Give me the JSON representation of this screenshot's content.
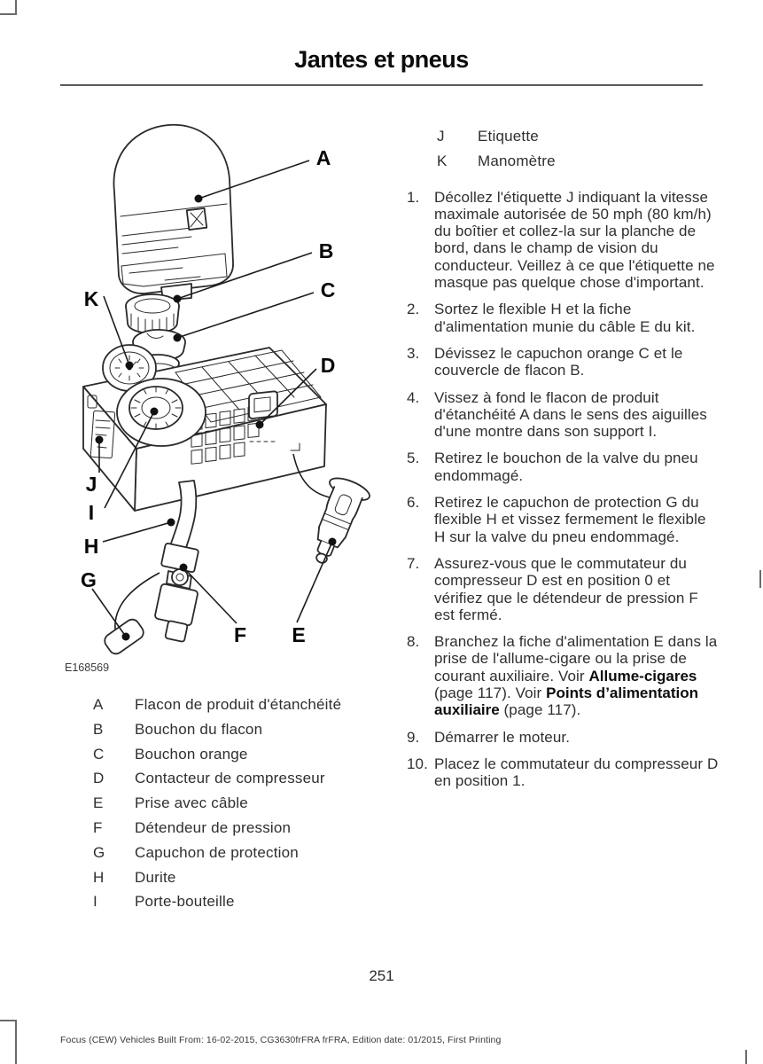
{
  "page": {
    "title": "Jantes et pneus",
    "page_number": "251",
    "figure_code": "E168569",
    "footer": "Focus (CEW) Vehicles Built From: 16-02-2015, CG3630frFRA frFRA, Edition date: 01/2015, First Printing"
  },
  "diagram": {
    "callouts": [
      "A",
      "B",
      "C",
      "D",
      "E",
      "F",
      "G",
      "H",
      "I",
      "J",
      "K"
    ]
  },
  "legend_left": [
    {
      "key": "A",
      "label": "Flacon de produit d'étanchéité"
    },
    {
      "key": "B",
      "label": "Bouchon du flacon"
    },
    {
      "key": "C",
      "label": "Bouchon orange"
    },
    {
      "key": "D",
      "label": "Contacteur de compresseur"
    },
    {
      "key": "E",
      "label": "Prise avec câble"
    },
    {
      "key": "F",
      "label": "Détendeur de pression"
    },
    {
      "key": "G",
      "label": "Capuchon de protection"
    },
    {
      "key": "H",
      "label": "Durite"
    },
    {
      "key": "I",
      "label": "Porte-bouteille"
    }
  ],
  "legend_right": [
    {
      "key": "J",
      "label": "Etiquette"
    },
    {
      "key": "K",
      "label": "Manomètre"
    }
  ],
  "steps": [
    {
      "num": "1.",
      "segments": [
        {
          "t": "Décollez l'étiquette J indiquant la vitesse maximale autorisée de 50 mph (80 km/h) du boîtier et collez-la sur la planche de bord, dans le champ de vision du conducteur. Veillez à ce que l'étiquette ne masque pas quelque chose d'important."
        }
      ]
    },
    {
      "num": "2.",
      "segments": [
        {
          "t": "Sortez le flexible H et la fiche d'alimentation munie du câble E du kit."
        }
      ]
    },
    {
      "num": "3.",
      "segments": [
        {
          "t": "Dévissez le capuchon orange C et le couvercle de flacon B."
        }
      ]
    },
    {
      "num": "4.",
      "segments": [
        {
          "t": "Vissez à fond le flacon de produit d'étanchéité A dans le sens des aiguilles d'une montre dans son support I."
        }
      ]
    },
    {
      "num": "5.",
      "segments": [
        {
          "t": "Retirez le bouchon de la valve du pneu endommagé."
        }
      ]
    },
    {
      "num": "6.",
      "segments": [
        {
          "t": "Retirez le capuchon de protection G du flexible H et vissez fermement le flexible H sur la valve du pneu endommagé."
        }
      ]
    },
    {
      "num": "7.",
      "segments": [
        {
          "t": "Assurez-vous que le commutateur du compresseur D est en position 0 et vérifiez que le détendeur de pression F est fermé."
        }
      ]
    },
    {
      "num": "8.",
      "segments": [
        {
          "t": "Branchez la fiche d'alimentation E dans la prise de l'allume-cigare ou la prise de courant auxiliaire.  Voir "
        },
        {
          "t": "Allume-cigares",
          "b": true
        },
        {
          "t": " (page 117).  Voir "
        },
        {
          "t": "Points d’alimentation auxiliaire",
          "b": true
        },
        {
          "t": " (page 117)."
        }
      ]
    },
    {
      "num": "9.",
      "segments": [
        {
          "t": "Démarrer le moteur."
        }
      ]
    },
    {
      "num": "10.",
      "segments": [
        {
          "t": "Placez le commutateur du compresseur D en position 1."
        }
      ]
    }
  ]
}
